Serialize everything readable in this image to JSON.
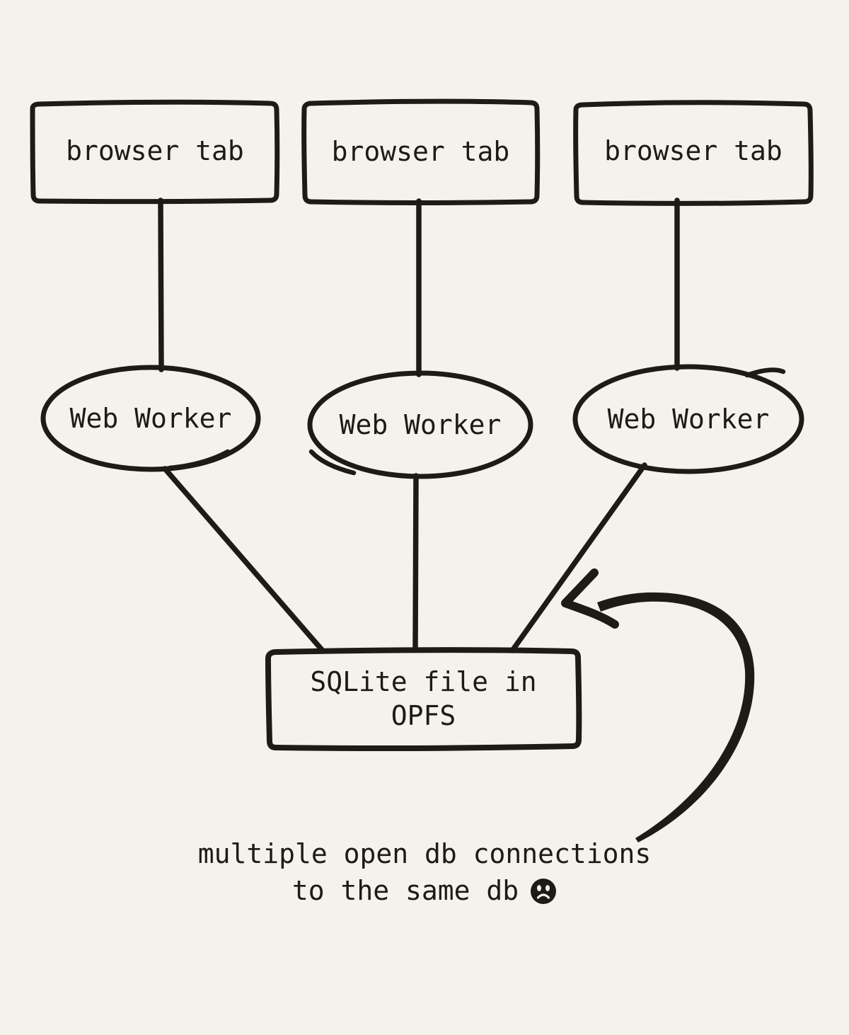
{
  "page": {
    "background": "#f5f2ed",
    "ink": "#1e1a16",
    "style": "hand-drawn-diagram"
  },
  "nodes": {
    "browser_tabs": [
      {
        "label": "browser tab"
      },
      {
        "label": "browser tab"
      },
      {
        "label": "browser tab"
      }
    ],
    "web_workers": [
      {
        "label": "Web Worker"
      },
      {
        "label": "Web Worker"
      },
      {
        "label": "Web Worker"
      }
    ],
    "sqlite": {
      "label": "SQLite file in OPFS",
      "lines": [
        "SQLite file in",
        "OPFS"
      ]
    }
  },
  "edges": [
    {
      "from": "browser-tab-1",
      "to": "web-worker-1"
    },
    {
      "from": "browser-tab-2",
      "to": "web-worker-2"
    },
    {
      "from": "browser-tab-3",
      "to": "web-worker-3"
    },
    {
      "from": "web-worker-1",
      "to": "sqlite-file"
    },
    {
      "from": "web-worker-2",
      "to": "sqlite-file"
    },
    {
      "from": "web-worker-3",
      "to": "sqlite-file"
    }
  ],
  "annotation": {
    "arrow_points_to": "worker-to-sqlite-connections",
    "line1": "multiple open db connections",
    "line2": "to the same db",
    "emoji": "frowning-face"
  }
}
